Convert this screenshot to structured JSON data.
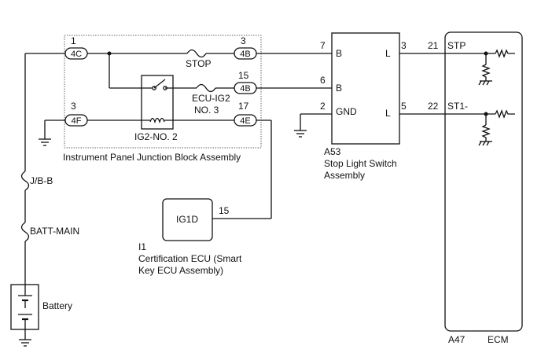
{
  "junction_block": {
    "name": "Instrument Panel Junction Block Assembly",
    "relay": "IG2-NO. 2",
    "fuse_stop": "STOP",
    "fuse_ecu_ig2_line1": "ECU-IG2",
    "fuse_ecu_ig2_line2": "NO. 3",
    "conn_4c": "4C",
    "pin_4c": "1",
    "conn_4f": "4F",
    "pin_4f": "3",
    "conn_4b_a": "4B",
    "pin_4b_a": "3",
    "conn_4b_b": "4B",
    "pin_4b_b": "15",
    "conn_4e": "4E",
    "pin_4e": "17"
  },
  "stop_light_switch": {
    "id": "A53",
    "name_line1": "Stop Light Switch",
    "name_line2": "Assembly",
    "pin_b1": "7",
    "term_b1": "B",
    "pin_b2": "6",
    "term_b2": "B",
    "pin_gnd": "2",
    "term_gnd": "GND",
    "pin_l1": "3",
    "term_l1": "L",
    "pin_l2": "5",
    "term_l2": "L"
  },
  "ecm": {
    "id": "A47",
    "name": "ECM",
    "pin_stp": "21",
    "term_stp": "STP",
    "pin_st1": "22",
    "term_st1": "ST1-"
  },
  "certification_ecu": {
    "id": "I1",
    "name_line1": "Certification ECU (Smart",
    "name_line2": "Key ECU Assembly)",
    "terminal": "IG1D",
    "pin": "15"
  },
  "power": {
    "fuse_jb": "J/B-B",
    "fuse_batt_main": "BATT-MAIN",
    "battery": "Battery"
  }
}
